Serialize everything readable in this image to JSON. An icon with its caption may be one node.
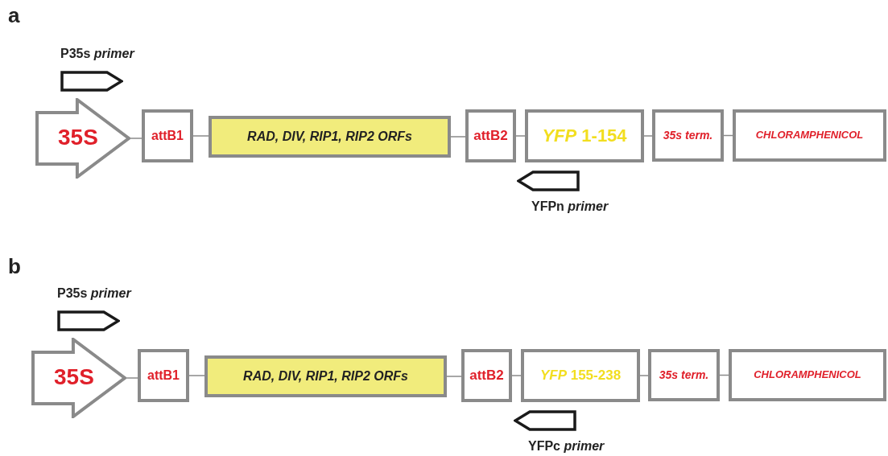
{
  "diagram": {
    "nodes": [
      {
        "text": [
          "P35s *primer*"
        ]
      },
      {
        "text": [
          "35S"
        ]
      },
      {
        "text": [
          "attB1"
        ]
      },
      {
        "text": [
          "RAD, DIV, RIP1, RIP2 ORFs"
        ]
      },
      {
        "text": [
          "attB2"
        ]
      },
      {
        "text": [
          "*YFP* 1-154"
        ]
      },
      {
        "text": [
          "35s term."
        ]
      },
      {
        "text": [
          "CHLORAMPHENICOL"
        ]
      },
      {
        "text": [
          "YFPn *primer*"
        ]
      },
      {
        "text": [
          "P35s *primer*"
        ]
      },
      {
        "text": [
          "35S"
        ]
      },
      {
        "text": [
          "attB1"
        ]
      },
      {
        "text": [
          "RAD, DIV, RIP1, RIP2 ORFs"
        ]
      },
      {
        "text": [
          "attB2"
        ]
      },
      {
        "text": [
          "*YFP* 155-238"
        ]
      },
      {
        "text": [
          "35s term."
        ]
      },
      {
        "text": [
          "CHLORAMPHENICOL"
        ]
      },
      {
        "text": [
          "YFPc *primer*"
        ]
      }
    ],
    "edges": [
      {
        "from": 1,
        "to": 2,
        "arrow": "none"
      },
      {
        "from": 2,
        "to": 3,
        "arrow": "none"
      },
      {
        "from": 3,
        "to": 4,
        "arrow": "none"
      },
      {
        "from": 4,
        "to": 5,
        "arrow": "none"
      },
      {
        "from": 5,
        "to": 6,
        "arrow": "none"
      },
      {
        "from": 6,
        "to": 7,
        "arrow": "none"
      },
      {
        "from": 10,
        "to": 11,
        "arrow": "none"
      },
      {
        "from": 11,
        "to": 12,
        "arrow": "none"
      },
      {
        "from": 12,
        "to": 13,
        "arrow": "none"
      },
      {
        "from": 13,
        "to": 14,
        "arrow": "none"
      },
      {
        "from": 14,
        "to": 15,
        "arrow": "none"
      },
      {
        "from": 15,
        "to": 16,
        "arrow": "none"
      }
    ],
    "labels": [
      "a",
      "b"
    ]
  }
}
